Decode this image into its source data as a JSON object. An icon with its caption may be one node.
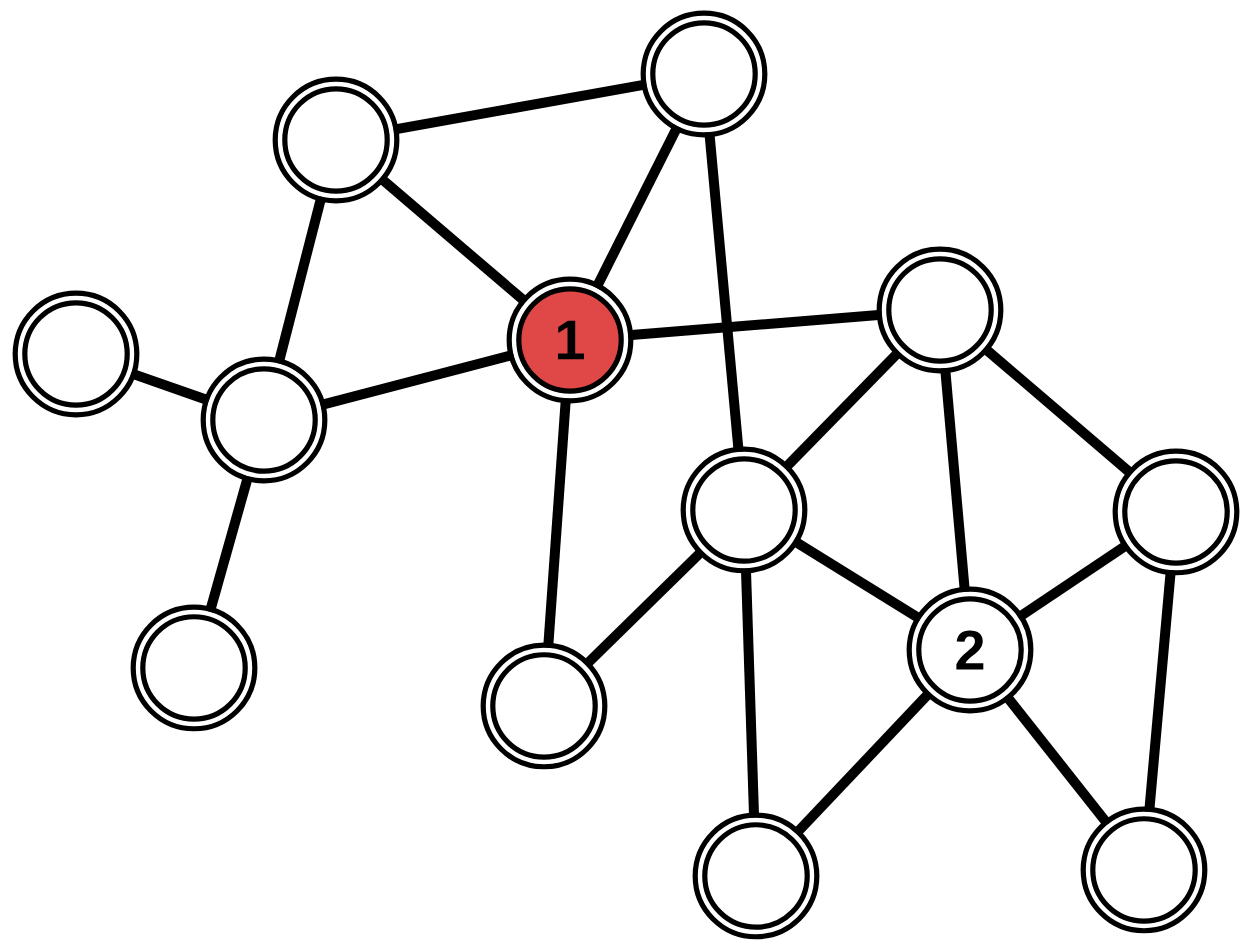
{
  "diagram": {
    "nodes": [
      {
        "text": [],
        "shape": "circle"
      },
      {
        "text": [],
        "shape": "circle"
      },
      {
        "text": [],
        "shape": "circle"
      },
      {
        "text": [
          "1"
        ]
      },
      {
        "text": [],
        "shape": "circle"
      },
      {
        "text": [],
        "shape": "circle"
      },
      {
        "text": [],
        "shape": "circle"
      },
      {
        "text": [],
        "shape": "circle"
      },
      {
        "text": [
          "2"
        ]
      },
      {
        "text": [],
        "shape": "circle"
      },
      {
        "text": [],
        "shape": "circle"
      },
      {
        "text": [],
        "shape": "circle"
      },
      {
        "text": [],
        "shape": "circle"
      }
    ],
    "edges": [
      {
        "from": 1,
        "to": 0,
        "arrow": "none"
      },
      {
        "from": 1,
        "to": 3,
        "arrow": "none"
      },
      {
        "from": 1,
        "to": 5,
        "arrow": "none"
      },
      {
        "from": 0,
        "to": 3,
        "arrow": "none"
      },
      {
        "from": 0,
        "to": 6,
        "arrow": "none"
      },
      {
        "from": 3,
        "to": 5,
        "arrow": "none"
      },
      {
        "from": 3,
        "to": 2,
        "arrow": "none"
      },
      {
        "from": 3,
        "to": 10,
        "arrow": "none"
      },
      {
        "from": 4,
        "to": 5,
        "arrow": "none"
      },
      {
        "from": 5,
        "to": 9,
        "arrow": "none"
      },
      {
        "from": 2,
        "to": 6,
        "arrow": "none"
      },
      {
        "from": 2,
        "to": 8,
        "arrow": "none"
      },
      {
        "from": 2,
        "to": 7,
        "arrow": "none"
      },
      {
        "from": 6,
        "to": 10,
        "arrow": "none"
      },
      {
        "from": 6,
        "to": 8,
        "arrow": "none"
      },
      {
        "from": 6,
        "to": 12,
        "arrow": "none"
      },
      {
        "from": 8,
        "to": 7,
        "arrow": "none"
      },
      {
        "from": 7,
        "to": 11,
        "arrow": "none"
      },
      {
        "from": 8,
        "to": 12,
        "arrow": "none"
      },
      {
        "from": 8,
        "to": 11,
        "arrow": "none"
      }
    ]
  }
}
